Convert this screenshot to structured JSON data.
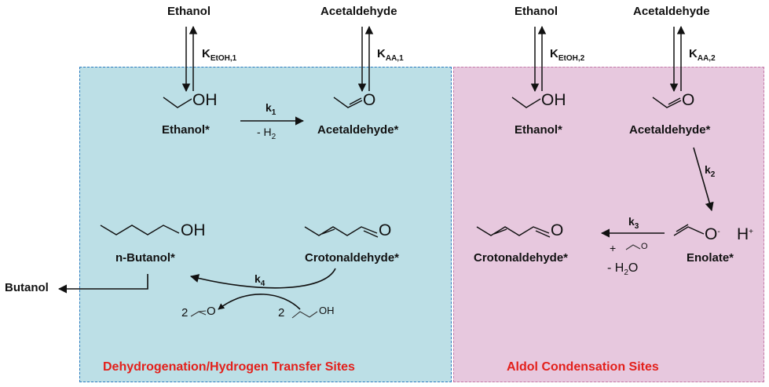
{
  "gas_phase": {
    "ethanol_1": "Ethanol",
    "acetaldehyde_1": "Acetaldehyde",
    "ethanol_2": "Ethanol",
    "acetaldehyde_2": "Acetaldehyde",
    "butanol": "Butanol"
  },
  "equilibria": {
    "k_etoh_1": {
      "base": "K",
      "sub": "EtOH,1"
    },
    "k_aa_1": {
      "base": "K",
      "sub": "AA,1"
    },
    "k_etoh_2": {
      "base": "K",
      "sub": "EtOH,2"
    },
    "k_aa_2": {
      "base": "K",
      "sub": "AA,2"
    }
  },
  "rate_constants": {
    "k1": {
      "base": "k",
      "sub": "1"
    },
    "k2": {
      "base": "k",
      "sub": "2"
    },
    "k3": {
      "base": "k",
      "sub": "3"
    },
    "k4": {
      "base": "k",
      "sub": "4"
    }
  },
  "species": {
    "ethanol_ads_1": "Ethanol*",
    "acetaldehyde_ads_1": "Acetaldehyde*",
    "nbutanol_ads": "n-Butanol*",
    "crotonaldehyde_ads_1": "Crotonaldehyde*",
    "ethanol_ads_2": "Ethanol*",
    "acetaldehyde_ads_2": "Acetaldehyde*",
    "enolate_ads": "Enolate*",
    "crotonaldehyde_ads_2": "Crotonaldehyde*"
  },
  "atoms": {
    "oh": "OH",
    "o": "O",
    "o_minus": "O",
    "minus": "-",
    "h_plus_base": "H",
    "h_plus_charge": "+"
  },
  "step_notes": {
    "minus_h2": {
      "prefix": "- H",
      "sub": "2"
    },
    "plus": "+",
    "minus_h2o": {
      "prefix": "-  H",
      "sub": "2",
      "suffix": "O"
    },
    "coef_aa": "2",
    "coef_etoh": "2"
  },
  "regions": {
    "left_title": "Dehydrogenation/Hydrogen  Transfer Sites",
    "right_title": "Aldol Condensation Sites"
  },
  "colors": {
    "left_fill": "#bcdfe6",
    "left_border": "#2b7bbf",
    "right_fill": "#e7c8de",
    "right_border": "#c47aa8",
    "title_red": "#e3201b"
  }
}
